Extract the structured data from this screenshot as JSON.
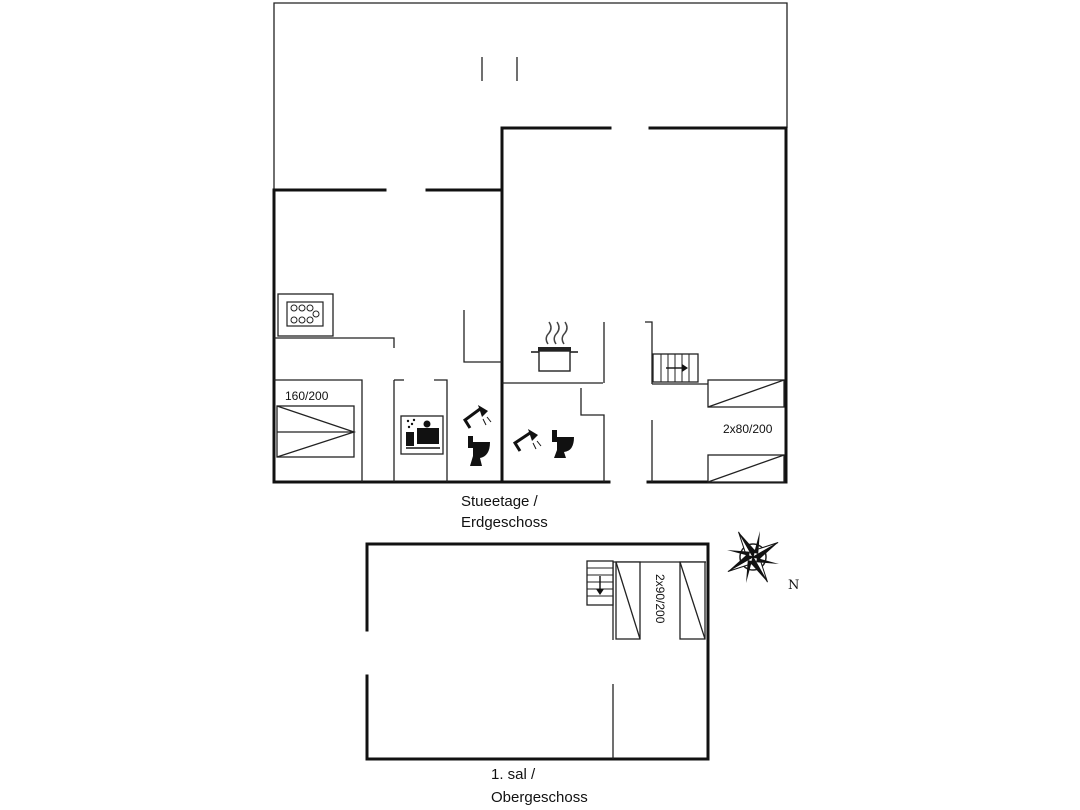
{
  "floors": [
    {
      "name_line1": "Stueetage /",
      "name_line2": "Erdgeschoss"
    },
    {
      "name_line1": "1. sal /",
      "name_line2": "Obergeschoss"
    }
  ],
  "beds": {
    "double": "160/200",
    "twin_ground": "2x80/200",
    "twin_upper": "2x90/200"
  },
  "compass": {
    "north_label": "N"
  },
  "icons": [
    "stove-icon",
    "cooking-pot-icon",
    "sauna-icon",
    "shower-icon",
    "toilet-icon",
    "stairs-up-icon",
    "stairs-down-icon",
    "compass-rose-icon"
  ]
}
